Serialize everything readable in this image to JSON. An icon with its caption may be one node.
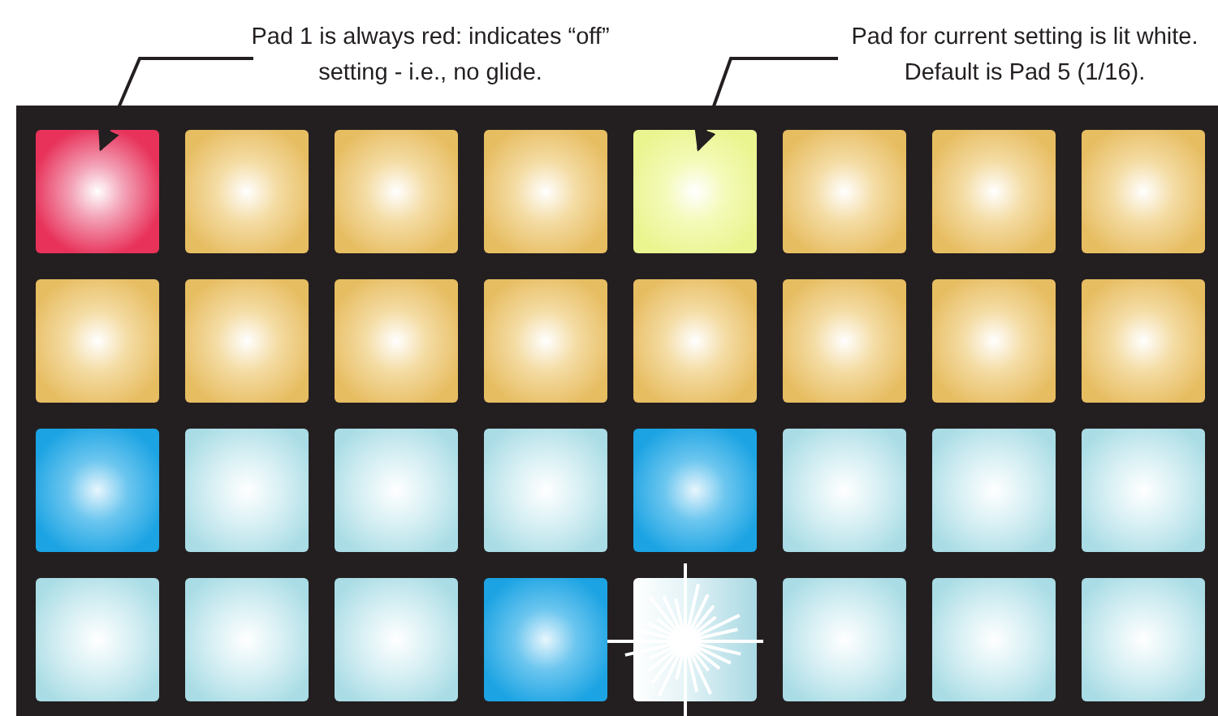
{
  "diagram": {
    "nodes": [
      {
        "text": [
          "Pad 1 is always red: indicates “off” setting - i.e., no glide."
        ]
      },
      {
        "text": [
          "Pad for current setting is lit white. Default is Pad 5 (1/16)."
        ]
      },
      {
        "text": [],
        "shape": "box"
      },
      {
        "text": [],
        "shape": "box"
      },
      {
        "text": [],
        "shape": "box"
      },
      {
        "text": [],
        "shape": "box"
      },
      {
        "text": [],
        "shape": "box"
      },
      {
        "text": [],
        "shape": "box"
      },
      {
        "text": [],
        "shape": "box"
      },
      {
        "text": [],
        "shape": "box"
      },
      {
        "text": [],
        "shape": "box"
      },
      {
        "text": [],
        "shape": "box"
      },
      {
        "text": [],
        "shape": "box"
      },
      {
        "text": [],
        "shape": "box"
      },
      {
        "text": [],
        "shape": "box"
      },
      {
        "text": [],
        "shape": "box"
      },
      {
        "text": [],
        "shape": "box"
      },
      {
        "text": [],
        "shape": "box"
      },
      {
        "text": [],
        "shape": "box"
      },
      {
        "text": [],
        "shape": "box"
      },
      {
        "text": [],
        "shape": "box"
      },
      {
        "text": [],
        "shape": "box"
      },
      {
        "text": [],
        "shape": "box"
      },
      {
        "text": [],
        "shape": "box"
      },
      {
        "text": [],
        "shape": "box"
      },
      {
        "text": [],
        "shape": "box"
      },
      {
        "text": [],
        "shape": "box"
      },
      {
        "text": [],
        "shape": "box"
      },
      {
        "text": [],
        "shape": "box"
      },
      {
        "text": [],
        "shape": "box"
      },
      {
        "text": [],
        "shape": "box"
      },
      {
        "text": [],
        "shape": "box"
      },
      {
        "text": [],
        "shape": "box"
      },
      {
        "text": [],
        "shape": "box"
      }
    ],
    "edges": [
      {
        "from": 0,
        "to": 2,
        "arrow": "to"
      },
      {
        "from": 1,
        "to": 6,
        "arrow": "to"
      }
    ]
  }
}
